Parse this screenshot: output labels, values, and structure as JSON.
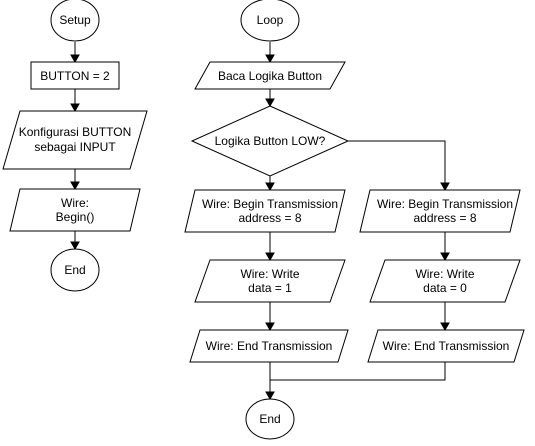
{
  "setup_flow": {
    "start": "Setup",
    "assign": "BUTTON = 2",
    "config": [
      "Konfigurasi BUTTON",
      "sebagai INPUT"
    ],
    "wire_begin": [
      "Wire:",
      "Begin()"
    ],
    "end": "End"
  },
  "loop_flow": {
    "start": "Loop",
    "read": "Baca Logika Button",
    "decision": "Logika Button LOW?",
    "yes_branch": {
      "begin_tx": [
        "Wire: Begin Transmission",
        "address = 8"
      ],
      "write": [
        "Wire: Write",
        "data = 1"
      ],
      "end_tx": "Wire: End Transmission"
    },
    "no_branch": {
      "begin_tx": [
        "Wire: Begin Transmission",
        "address = 8"
      ],
      "write": [
        "Wire: Write",
        "data = 0"
      ],
      "end_tx": "Wire: End Transmission"
    },
    "end": "End"
  }
}
